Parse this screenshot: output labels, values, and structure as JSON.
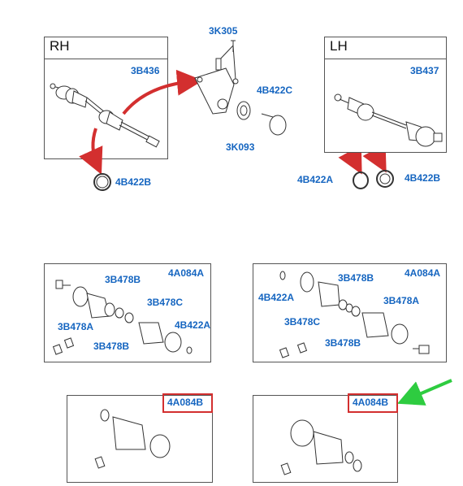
{
  "panels": {
    "rh_shaft": {
      "side_label": "RH",
      "code": "3B436"
    },
    "lh_shaft": {
      "side_label": "LH",
      "code": "3B437"
    },
    "rh_kit": {
      "code": "4A084A"
    },
    "lh_kit": {
      "code": "4A084A"
    },
    "rh_outer_kit": {
      "code": "4A084B"
    },
    "lh_outer_kit": {
      "code": "4A084B"
    }
  },
  "callouts": {
    "bracket_bolt": "3K305",
    "seal": "4B422C",
    "bearing": "3K093",
    "rh_circlip": "4B422B",
    "lh_circlip_a": "4B422A",
    "lh_circlip_b": "4B422B"
  },
  "rh_kit_labels": {
    "clamp_top": "3B478B",
    "clamp_left": "3B478A",
    "clamp_bottom": "3B478B",
    "clamp_right": "3B478C",
    "circlip": "4B422A"
  },
  "lh_kit_labels": {
    "circlip": "4B422A",
    "clamp_top": "3B478B",
    "clamp_left": "3B478C",
    "clamp_right": "3B478A",
    "clamp_bottom": "3B478B"
  },
  "colors": {
    "callout": "#1565c0",
    "arrow_red": "#d32f2f",
    "highlight_red": "#d32f2f",
    "pointer_green": "#2ecc40"
  },
  "icons": {
    "transfer_arrow": "curved-arrow-red",
    "pointer": "green-arrow"
  }
}
